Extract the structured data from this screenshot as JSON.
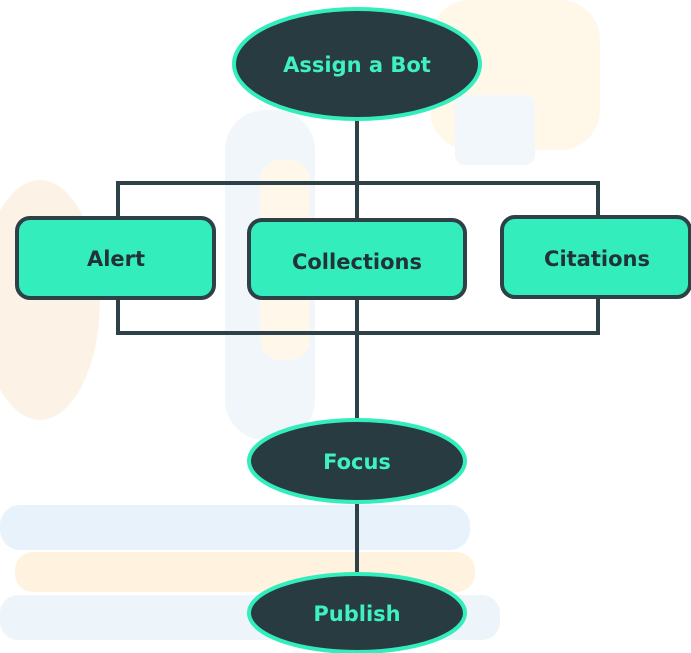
{
  "diagram": {
    "nodes": {
      "root": "Assign a Bot",
      "alert": "Alert",
      "collections": "Collections",
      "citations": "Citations",
      "focus": "Focus",
      "publish": "Publish"
    },
    "colors": {
      "node_fill_dark": "#273b40",
      "node_fill_accent": "#33eebc",
      "node_text_light": "#3ff0c0",
      "node_text_dark": "#213337",
      "connector": "#2d4146",
      "background_decor_warm": "#fff4e0",
      "background_decor_cool": "#e9f3fa"
    }
  }
}
